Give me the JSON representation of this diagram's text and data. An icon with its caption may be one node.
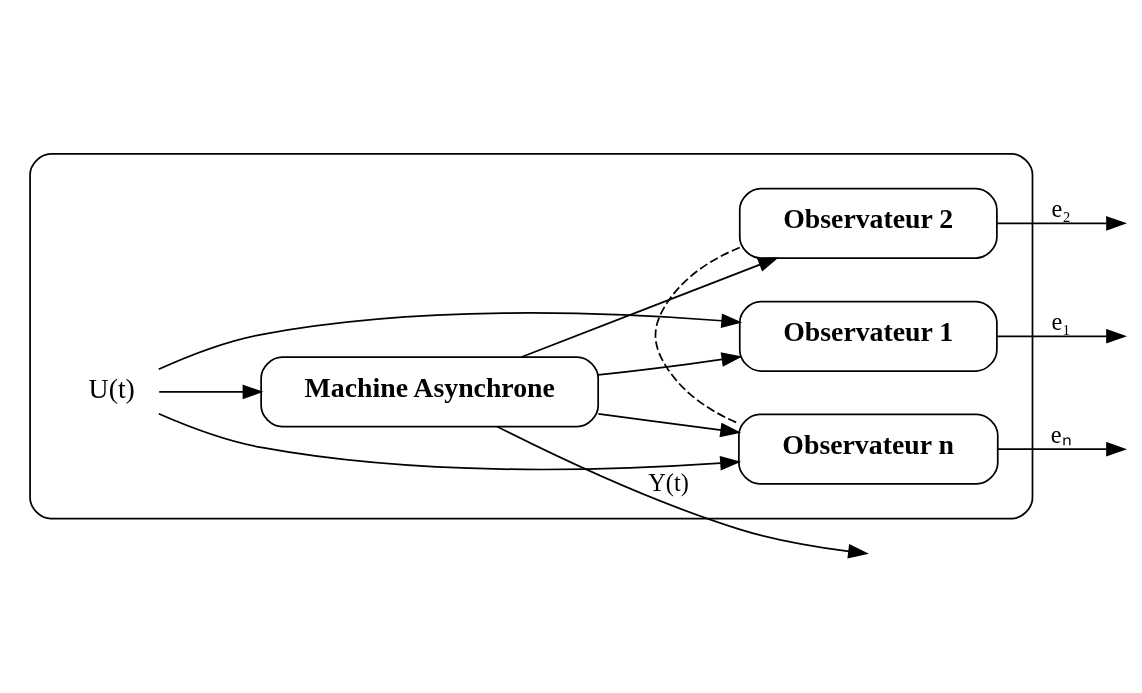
{
  "diagram": {
    "nodes": [
      {
        "text": [],
        "shape": "box"
      },
      {
        "text": [
          "U(t)"
        ],
        "in": 0
      },
      {
        "text": [
          "Machine Asynchrone"
        ],
        "in": 0
      },
      {
        "text": [
          "Observateur 1"
        ],
        "in": 0
      },
      {
        "text": [
          "Observateur 2"
        ],
        "in": 0
      },
      {
        "text": [
          "Observateur n"
        ],
        "in": 0
      }
    ],
    "edges": [
      {
        "from": 1,
        "to": 2,
        "arrow": "to"
      },
      {
        "from": 2,
        "to": null,
        "arrow": "to",
        "label": "Y(t)"
      },
      {
        "from": 2,
        "to": 3,
        "arrow": "to"
      },
      {
        "from": 2,
        "to": 4,
        "arrow": "to"
      },
      {
        "from": 2,
        "to": 5,
        "arrow": "to"
      },
      {
        "from": 1,
        "to": 3,
        "arrow": "to"
      },
      {
        "from": 1,
        "to": 5,
        "arrow": "to"
      },
      {
        "from": 3,
        "to": null,
        "arrow": "to",
        "label": "e₁"
      },
      {
        "from": 4,
        "to": null,
        "arrow": "to",
        "label": "e₂"
      },
      {
        "from": 5,
        "to": null,
        "arrow": "to",
        "label": "eₙ"
      },
      {
        "from": 4,
        "to": 5,
        "arrow": "none",
        "style": "dashed"
      }
    ]
  }
}
